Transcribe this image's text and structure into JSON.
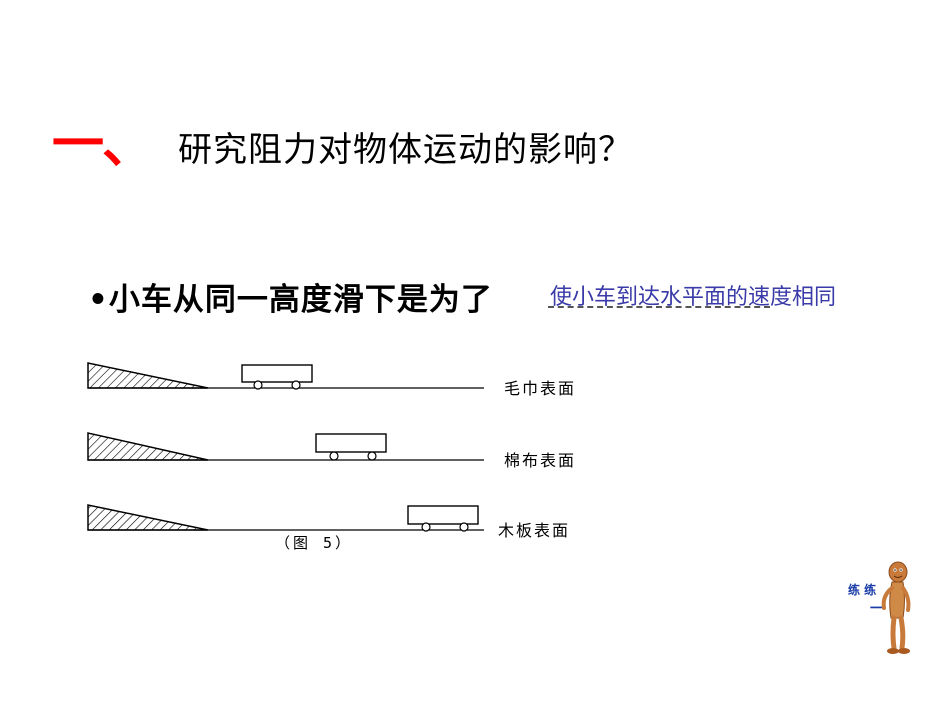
{
  "heading": {
    "number": "一、",
    "title": "研究阻力对物体运动的影响？"
  },
  "question": {
    "text": "•小车从同一高度滑下是为了",
    "answer": "使小车到达水平面的速度相同"
  },
  "diagram": {
    "surfaces": [
      {
        "label": "毛巾表面"
      },
      {
        "label": "棉布表面"
      },
      {
        "label": "木板表面"
      }
    ],
    "caption": "（图 5）"
  },
  "practice": {
    "text": "练 练",
    "sub": "一",
    "icon": "cartoon-figure-icon"
  },
  "colors": {
    "heading_number": "#ff0000",
    "answer": "#3a3aa8",
    "practice": "#1a3ca8",
    "mascot": "#c87a3a"
  }
}
